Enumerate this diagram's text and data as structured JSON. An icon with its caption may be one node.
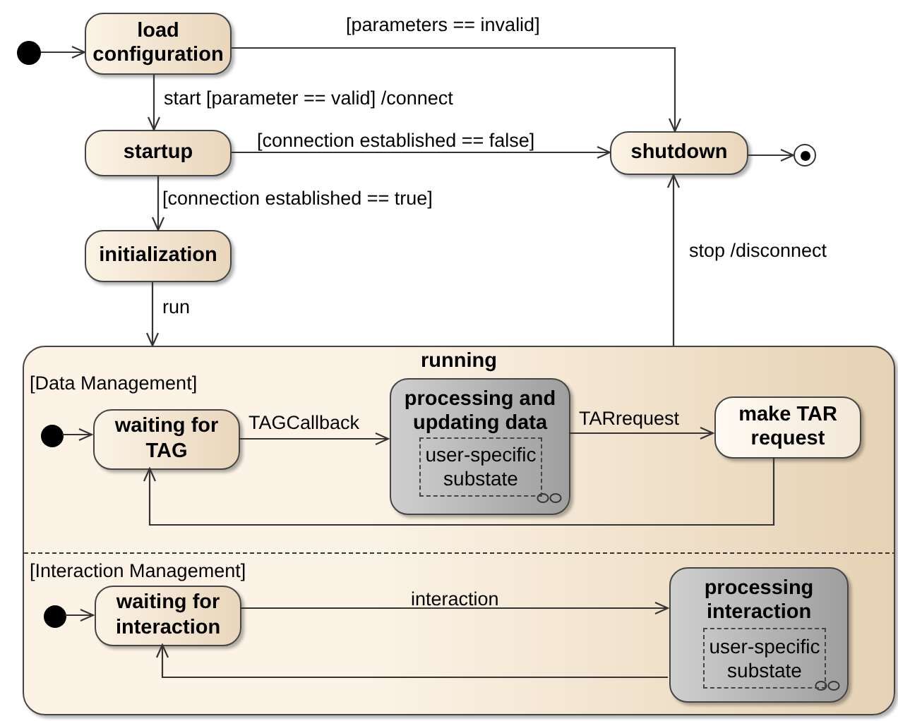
{
  "diagram": {
    "nodes": [
      {
        "text": [],
        "shape": "circle"
      },
      {
        "text": [
          "load configuration"
        ]
      },
      {
        "text": [
          "startup"
        ]
      },
      {
        "text": [
          "initialization"
        ]
      },
      {
        "text": [
          "shutdown"
        ]
      },
      {
        "text": [],
        "shape": "circle"
      },
      {
        "text": [
          "running"
        ]
      },
      {
        "text": [],
        "shape": "circle",
        "in": 6
      },
      {
        "text": [
          "waiting for TAG"
        ],
        "in": 6
      },
      {
        "text": [
          "processing and updating data"
        ],
        "in": 6
      },
      {
        "text": [
          "user-specific substate"
        ],
        "in": 9
      },
      {
        "text": [
          "make TAR request"
        ],
        "in": 6
      },
      {
        "text": [],
        "shape": "circle",
        "in": 6
      },
      {
        "text": [
          "waiting for interaction"
        ],
        "in": 6
      },
      {
        "text": [
          "processing interaction"
        ],
        "in": 6
      },
      {
        "text": [
          "user-specific substate"
        ],
        "in": 14
      }
    ],
    "edges": [
      {
        "from": 0,
        "to": 1,
        "arrow": "to"
      },
      {
        "from": 1,
        "to": 4,
        "arrow": "to",
        "label": "[parameters == invalid]"
      },
      {
        "from": 1,
        "to": 2,
        "arrow": "to",
        "label": "start [parameter == valid] /connect"
      },
      {
        "from": 2,
        "to": 4,
        "arrow": "to",
        "label": "[connection established == false]"
      },
      {
        "from": 2,
        "to": 3,
        "arrow": "to",
        "label": "[connection established == true]"
      },
      {
        "from": 3,
        "to": 6,
        "arrow": "to",
        "label": "run"
      },
      {
        "from": 6,
        "to": 4,
        "arrow": "to",
        "label": "stop /disconnect"
      },
      {
        "from": 4,
        "to": 5,
        "arrow": "to"
      },
      {
        "from": 7,
        "to": 8,
        "arrow": "to"
      },
      {
        "from": 8,
        "to": 9,
        "arrow": "to",
        "label": "TAGCallback"
      },
      {
        "from": 9,
        "to": 11,
        "arrow": "to",
        "label": "TARrequest"
      },
      {
        "from": 11,
        "to": 8,
        "arrow": "to"
      },
      {
        "from": 12,
        "to": 13,
        "arrow": "to"
      },
      {
        "from": 13,
        "to": 14,
        "arrow": "to",
        "label": "interaction"
      },
      {
        "from": 14,
        "to": 13,
        "arrow": "to"
      }
    ],
    "labels": [
      "[Data Management]",
      "[Interaction Management]"
    ]
  }
}
